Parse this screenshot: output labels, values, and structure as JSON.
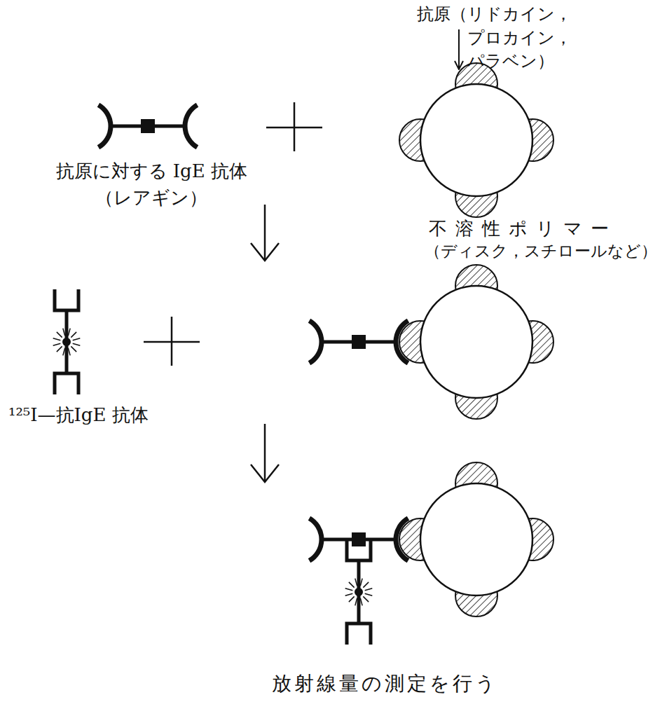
{
  "diagram": {
    "nodes": [
      {
        "text": [
          "抗原に対する IgE 抗体",
          "（レアギン）"
        ]
      },
      {
        "text": [
          "不溶性ポリマー",
          "（ディスク，スチロールなど）"
        ]
      },
      {
        "text": [
          "¹²⁵I—抗IgE 抗体"
        ]
      },
      {
        "text": [
          "放射線量の測定を行う"
        ]
      }
    ],
    "labels": [
      "抗原（リドカイン， プロカイン，パラベン）"
    ]
  }
}
